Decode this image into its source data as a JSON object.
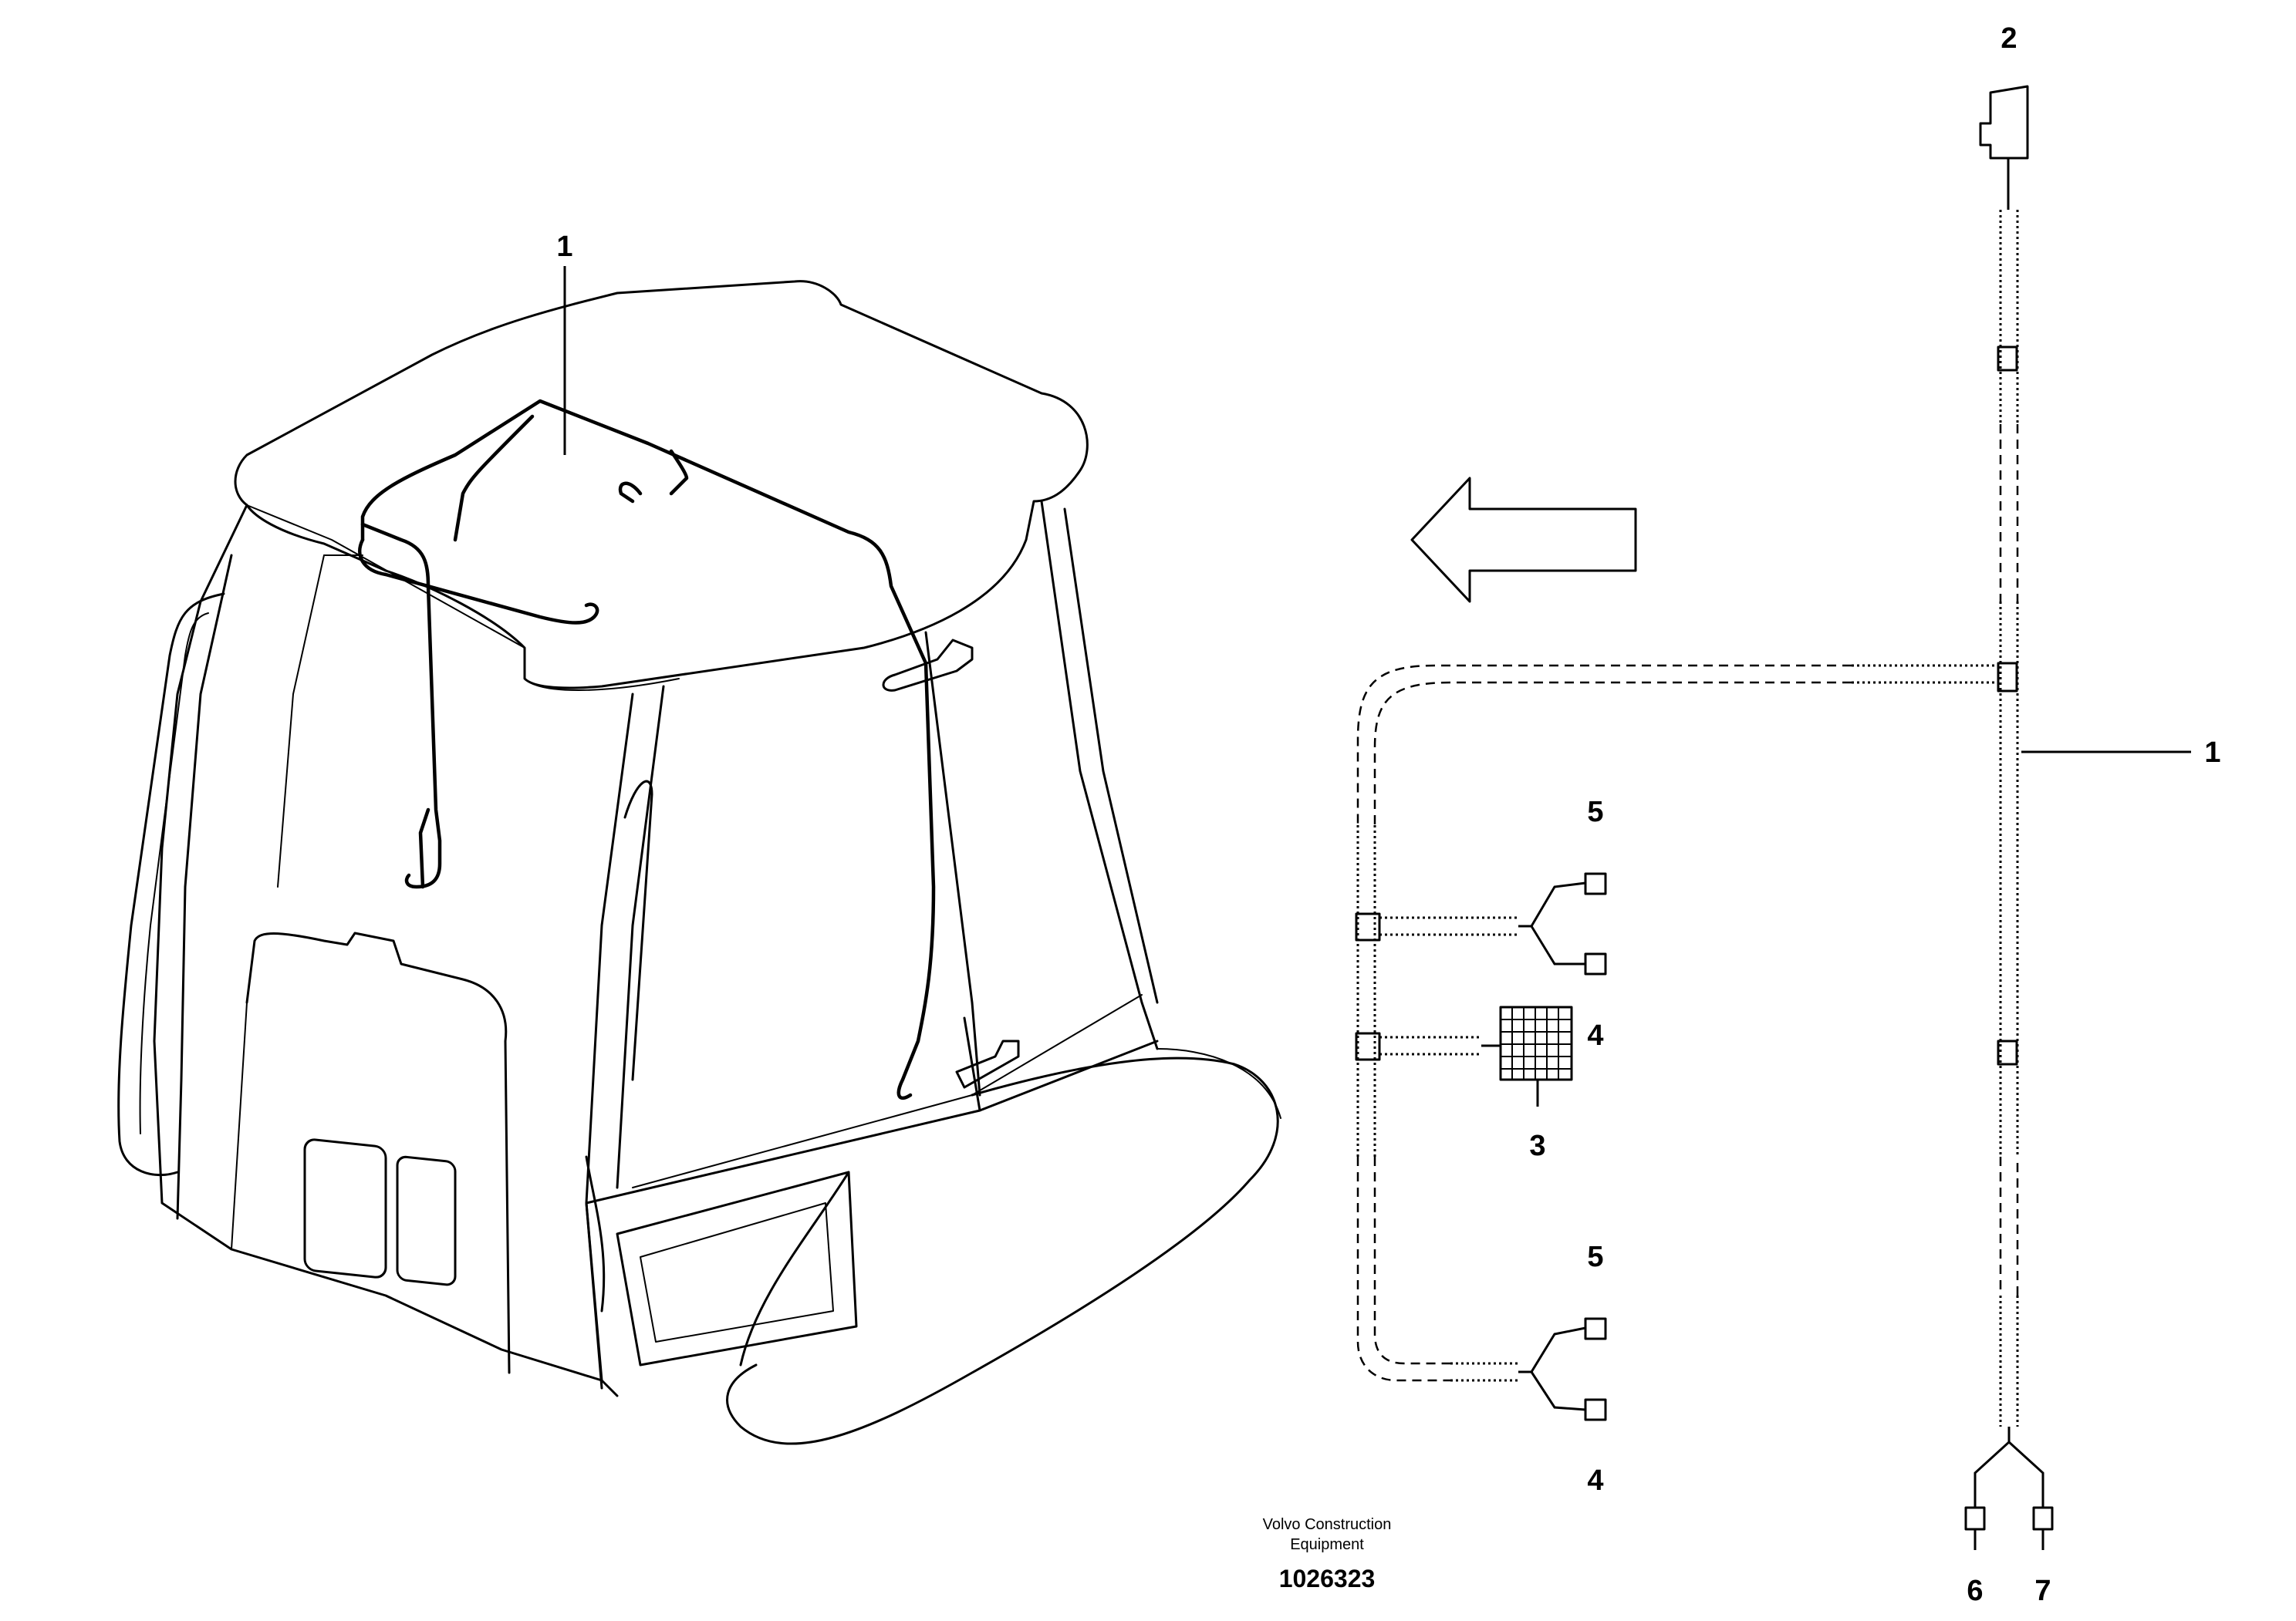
{
  "callouts": {
    "cab_harness": "1",
    "main_harness": "1",
    "connector_top": "2",
    "panel": "3",
    "upper_4": "4",
    "upper_5": "5",
    "lower_4": "4",
    "lower_5": "5",
    "bottom_6": "6",
    "bottom_7": "7"
  },
  "caption": {
    "company_line1": "Volvo Construction",
    "company_line2": "Equipment",
    "drawing_number": "1026323"
  },
  "icons": {
    "direction_arrow": "arrow-left-icon"
  }
}
